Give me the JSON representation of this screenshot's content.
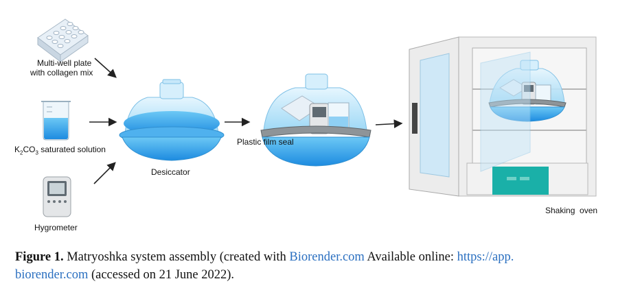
{
  "labels": {
    "plate": [
      "Multi-well plate",
      "with collagen mix"
    ],
    "solution_prefix": "K",
    "solution_sub1": "2",
    "solution_mid": "CO",
    "solution_sub2": "3",
    "solution_suffix": " saturated solution",
    "hygrometer": "Hygrometer",
    "desiccator": "Desiccator",
    "seal": "Plastic film seal",
    "oven": "Shaking  oven"
  },
  "caption": {
    "figure": "Figure 1.",
    "text1": " Matryoshka system assembly (created with ",
    "link1": "Biorender.com",
    "text2": " Available online: ",
    "link2a": "https://app.",
    "link2b": "biorender.com",
    "text3": " (accessed on 21 June 2022)."
  },
  "colors": {
    "water": "#2f9ee8",
    "dome": "#bfe6fb",
    "oven_body": "#eeeeee",
    "oven_panel": "#1ab0a8",
    "link": "#2a6fc0"
  }
}
